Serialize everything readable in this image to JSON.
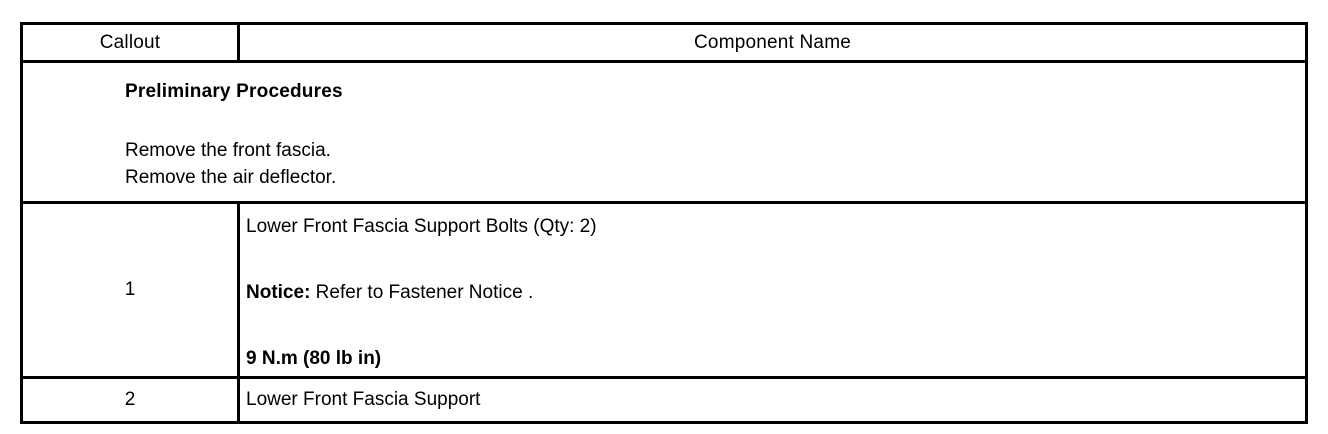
{
  "table": {
    "headers": {
      "callout": "Callout",
      "component_name": "Component Name"
    },
    "preliminary": {
      "title": "Preliminary Procedures",
      "steps": [
        "Remove the front fascia.",
        "Remove the air deflector."
      ]
    },
    "rows": [
      {
        "callout": "1",
        "component_name": "Lower Front Fascia Support Bolts (Qty: 2)",
        "notice_label": "Notice:",
        "notice_text": " Refer to Fastener Notice .",
        "torque": "9 N.m (80 lb in)"
      },
      {
        "callout": "2",
        "component_name": "Lower Front Fascia Support"
      }
    ]
  },
  "colors": {
    "border": "#000000",
    "text": "#000000",
    "background": "#ffffff"
  }
}
